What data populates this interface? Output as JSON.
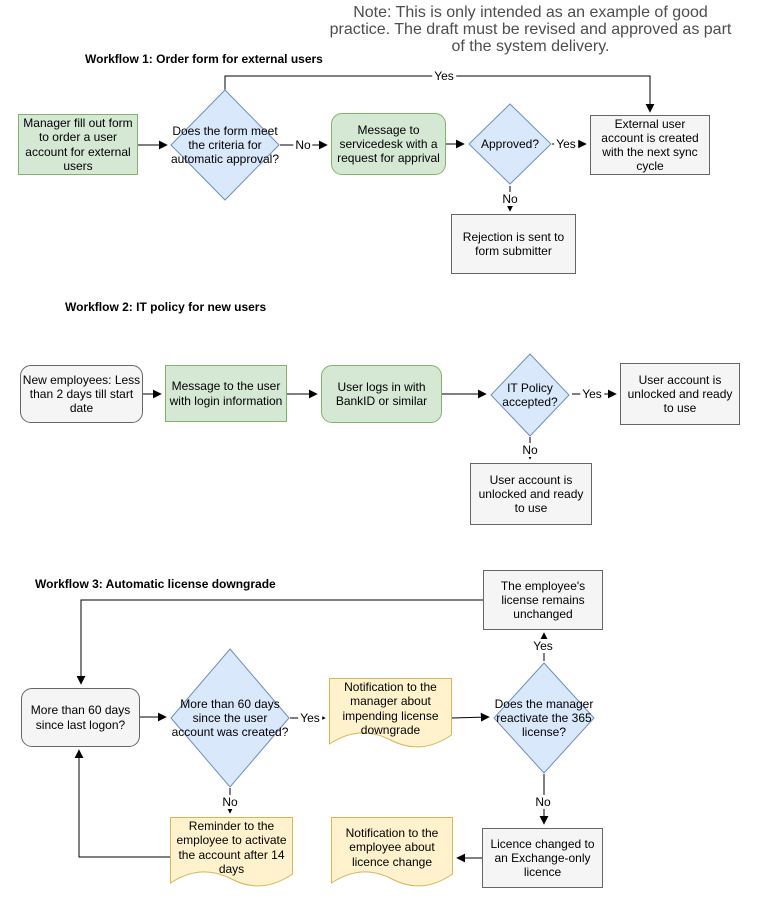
{
  "note": {
    "lines": [
      "Note: This is only intended as an example of good",
      "practice. The draft must be revised and approved as part",
      "of the system delivery."
    ]
  },
  "colors": {
    "process_fill": "#d5e8d4",
    "process_stroke": "#82b366",
    "decision_fill": "#dae8fc",
    "decision_stroke": "#6c8ebf",
    "terminator_fill": "#f5f5f5",
    "terminator_stroke": "#666666",
    "document_fill": "#fff2cc",
    "document_stroke": "#d6b656",
    "line": "#000000"
  },
  "workflow1": {
    "title": "Workflow 1: Order form for external users",
    "nodes": {
      "manager_form": "Manager fill out form to order a user account for external users",
      "criteria_decision": "Does the form meet the criteria for automatic approval?",
      "servicedesk_message": "Message to servicedesk with a request for apprival",
      "approved_decision": "Approved?",
      "account_created": "External user account is created with the next sync cycle",
      "rejection_sent": "Rejection is sent to form submitter"
    },
    "edge_labels": {
      "yes_criteria": "Yes",
      "no_criteria": "No",
      "yes_approved": "Yes",
      "no_approved": "No"
    }
  },
  "workflow2": {
    "title": "Workflow 2: IT policy for new users",
    "nodes": {
      "new_employees": "New employees: Less than 2 days till start date",
      "login_message": "Message to the user with login information",
      "bankid_login": "User logs in with BankID or similar",
      "policy_decision": "IT Policy accepted?",
      "account_ready_yes": "User account is unlocked and ready to use",
      "account_ready_no": "User account is unlocked and ready to use"
    },
    "edge_labels": {
      "yes_policy": "Yes",
      "no_policy": "No"
    }
  },
  "workflow3": {
    "title": "Workflow 3: Automatic license downgrade",
    "nodes": {
      "license_unchanged": "The employee's license remains unchanged",
      "last_logon": "More than 60 days since last logon?",
      "account_age_decision": "More than 60 days since the user account was created?",
      "manager_notification": "Notification to the manager about impending license downgrade",
      "reactivate_decision": "Does the manager reactivate the 365 license?",
      "employee_reminder": "Reminder to the employee to activate the account after 14 days",
      "employee_notification": "Notification to the employee about licence change",
      "licence_changed": "Licence changed to an Exchange-only licence"
    },
    "edge_labels": {
      "yes_account_age": "Yes",
      "no_account_age": "No",
      "yes_reactivate": "Yes",
      "no_reactivate": "No"
    }
  }
}
